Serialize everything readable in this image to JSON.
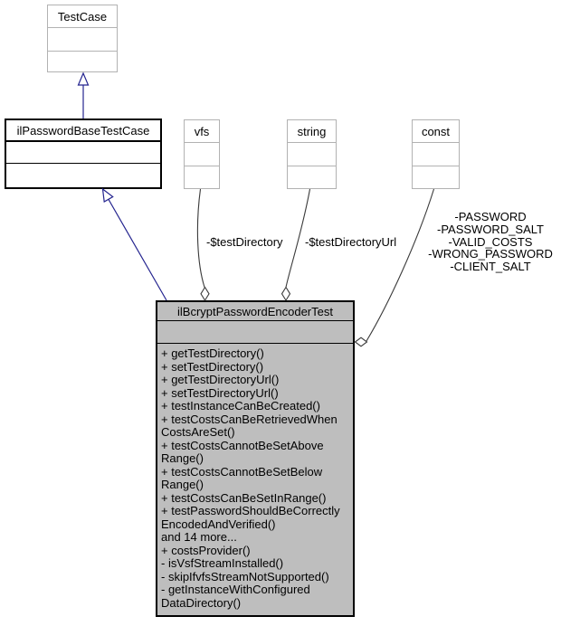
{
  "nodes": {
    "testcase": {
      "label": "TestCase"
    },
    "base": {
      "label": "ilPasswordBaseTestCase"
    },
    "vfs": {
      "label": "vfs"
    },
    "string": {
      "label": "string"
    },
    "const": {
      "label": "const"
    },
    "main": {
      "label": "ilBcryptPasswordEncoderTest",
      "member_lines": [
        "+ getTestDirectory()",
        "+ setTestDirectory()",
        "+ getTestDirectoryUrl()",
        "+ setTestDirectoryUrl()",
        "+ testInstanceCanBeCreated()",
        "+ testCostsCanBeRetrievedWhen",
        "CostsAreSet()",
        "+ testCostsCannotBeSetAbove",
        "Range()",
        "+ testCostsCannotBeSetBelow",
        "Range()",
        "+ testCostsCanBeSetInRange()",
        "+ testPasswordShouldBeCorrectly",
        "EncodedAndVerified()",
        "and 14 more...",
        "+ costsProvider()",
        "- isVsfStreamInstalled()",
        "- skipIfvfsStreamNotSupported()",
        "- getInstanceWithConfigured",
        "DataDirectory()"
      ]
    }
  },
  "edge_labels": {
    "vfs": "-$testDirectory",
    "string": "-$testDirectoryUrl",
    "const_lines": {
      "0": "-PASSWORD",
      "1": "-PASSWORD_SALT",
      "2": "-VALID_COSTS",
      "3": "-WRONG_PASSWORD",
      "4": "-CLIENT_SALT"
    }
  },
  "colors": {
    "inheritance_edge": "#24248f",
    "usage_edge": "#3a3a3a",
    "arrowhead_fill": "#ffffff",
    "main_node_fill": "#bebebe",
    "light_node_border": "#b2b2b2",
    "dark_node_border": "#000000"
  }
}
